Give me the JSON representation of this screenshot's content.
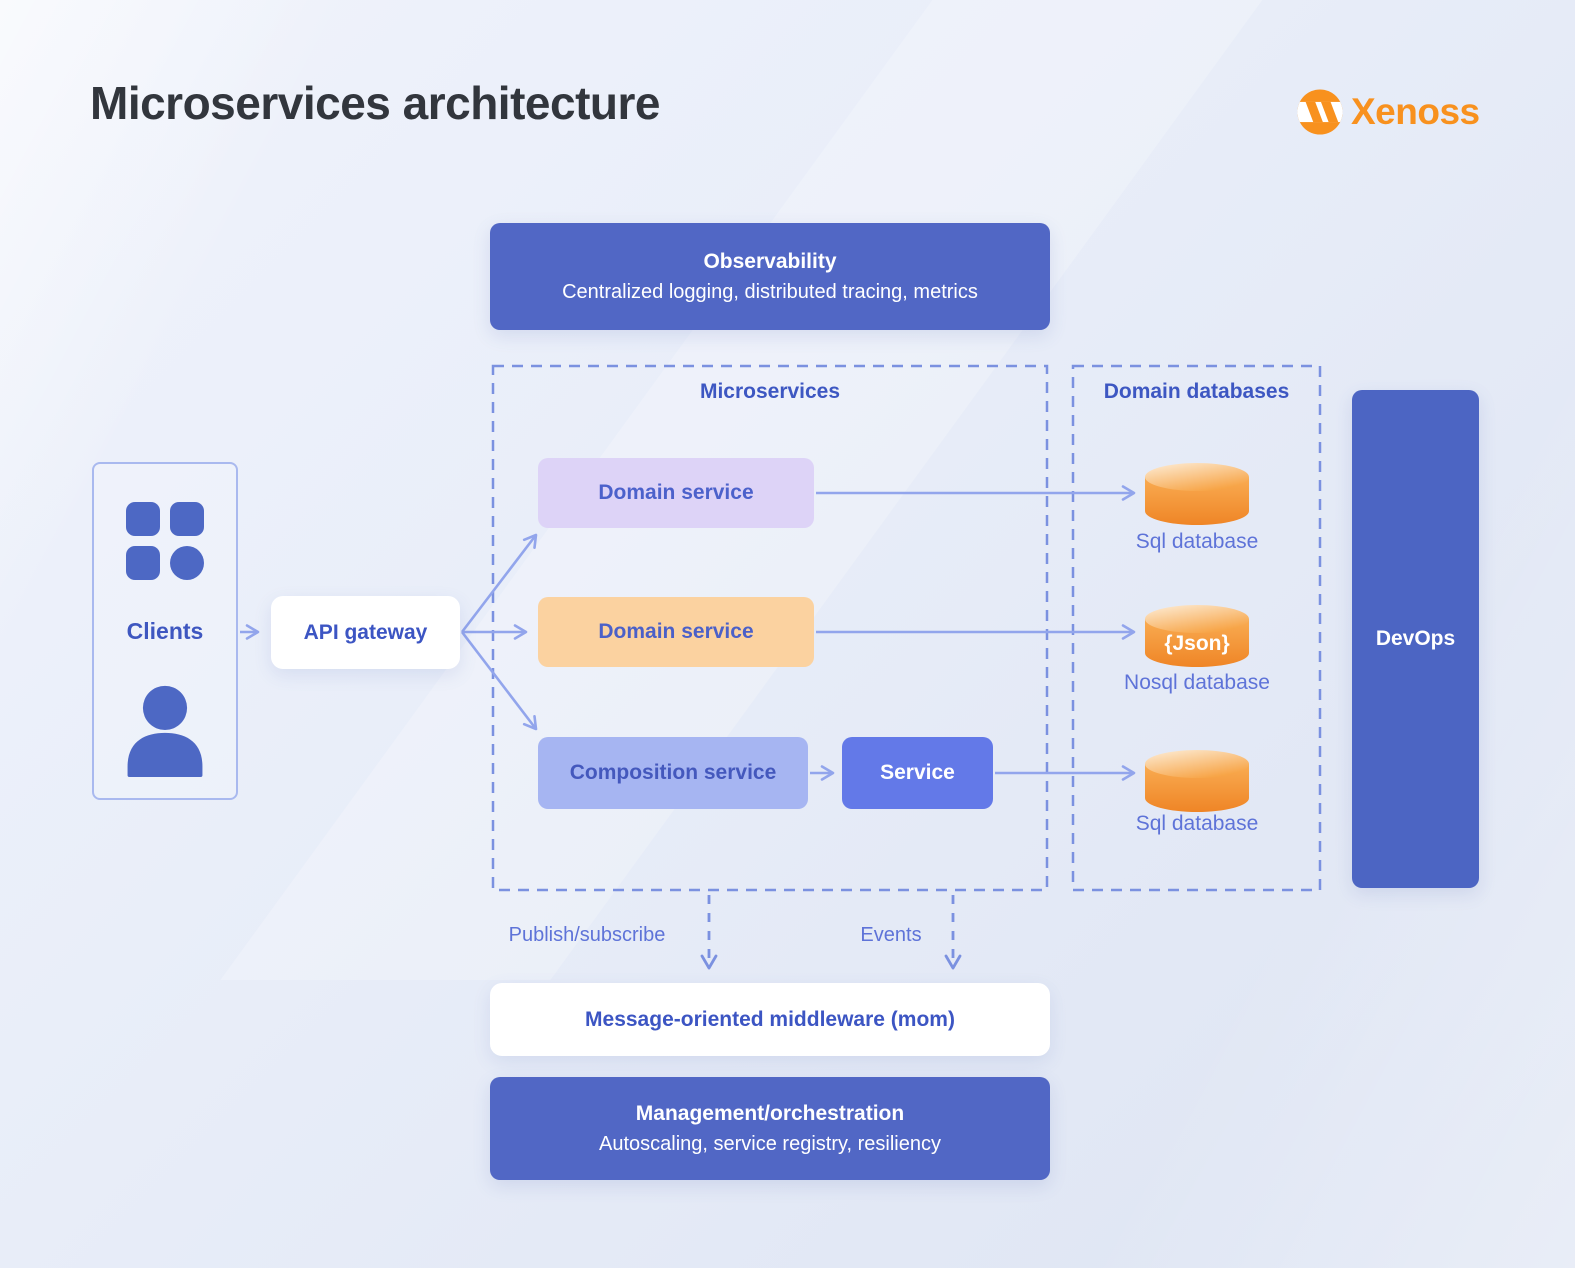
{
  "title": "Microservices architecture",
  "brand": {
    "name": "Xenoss"
  },
  "clients": {
    "label": "Clients"
  },
  "gateway": {
    "label": "API gateway"
  },
  "observability": {
    "title": "Observability",
    "subtitle": "Centralized logging, distributed tracing, metrics"
  },
  "microservices": {
    "label": "Microservices",
    "domain_service_top": {
      "label": "Domain service"
    },
    "domain_service_mid": {
      "label": "Domain service"
    },
    "composition_service": {
      "label": "Composition service"
    },
    "service": {
      "label": "Service"
    }
  },
  "databases": {
    "label": "Domain databases",
    "sql_top": {
      "label": "Sql database"
    },
    "nosql": {
      "label": "Nosql database",
      "badge": "{Json}"
    },
    "sql_bottom": {
      "label": "Sql database"
    }
  },
  "devops": {
    "label": "DevOps"
  },
  "flows": {
    "publish_subscribe": "Publish/subscribe",
    "events": "Events"
  },
  "middleware": {
    "label": "Message-oriented middleware (mom)"
  },
  "management": {
    "title": "Management/orchestration",
    "subtitle": "Autoscaling, service registry, resiliency"
  },
  "colors": {
    "primary_blue": "#5167c5",
    "accent_orange": "#f8911e",
    "arrow": "#92a5ec",
    "dashed_border": "#7b91e0",
    "cylinder_orange": "#f49b3a"
  }
}
